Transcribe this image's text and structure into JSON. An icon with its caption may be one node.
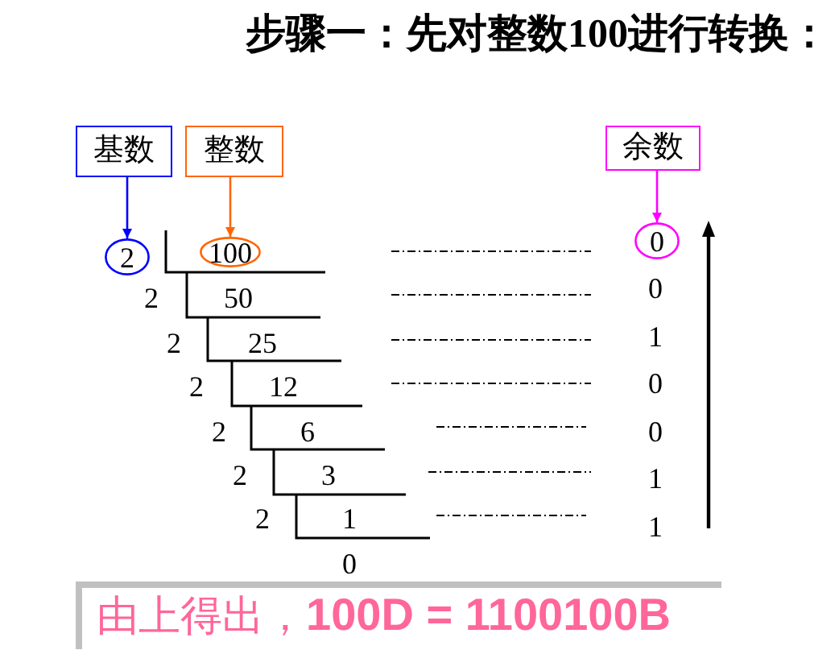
{
  "diagram": {
    "title": "步骤一：先对整数100进行转换：",
    "nodes": [
      {
        "text": [
          "基数"
        ]
      },
      {
        "text": [
          "整数"
        ]
      },
      {
        "text": [
          "余数"
        ]
      },
      {
        "text": [
          "2"
        ]
      },
      {
        "text": [
          "100"
        ]
      },
      {
        "text": [
          "0"
        ]
      }
    ],
    "edges": [
      {
        "from": 0,
        "to": 3,
        "arrow": "to",
        "color": "#0000ff"
      },
      {
        "from": 1,
        "to": 4,
        "arrow": "to",
        "color": "#ff6600"
      },
      {
        "from": 2,
        "to": 5,
        "arrow": "to",
        "color": "#ff00ff"
      }
    ],
    "labels": [
      "2",
      "50",
      "0",
      "2",
      "25",
      "1",
      "2",
      "12",
      "0",
      "2",
      "6",
      "0",
      "2",
      "3",
      "1",
      "2",
      "1",
      "1",
      "0",
      "由上得出，**100D = 1100100B**"
    ]
  }
}
